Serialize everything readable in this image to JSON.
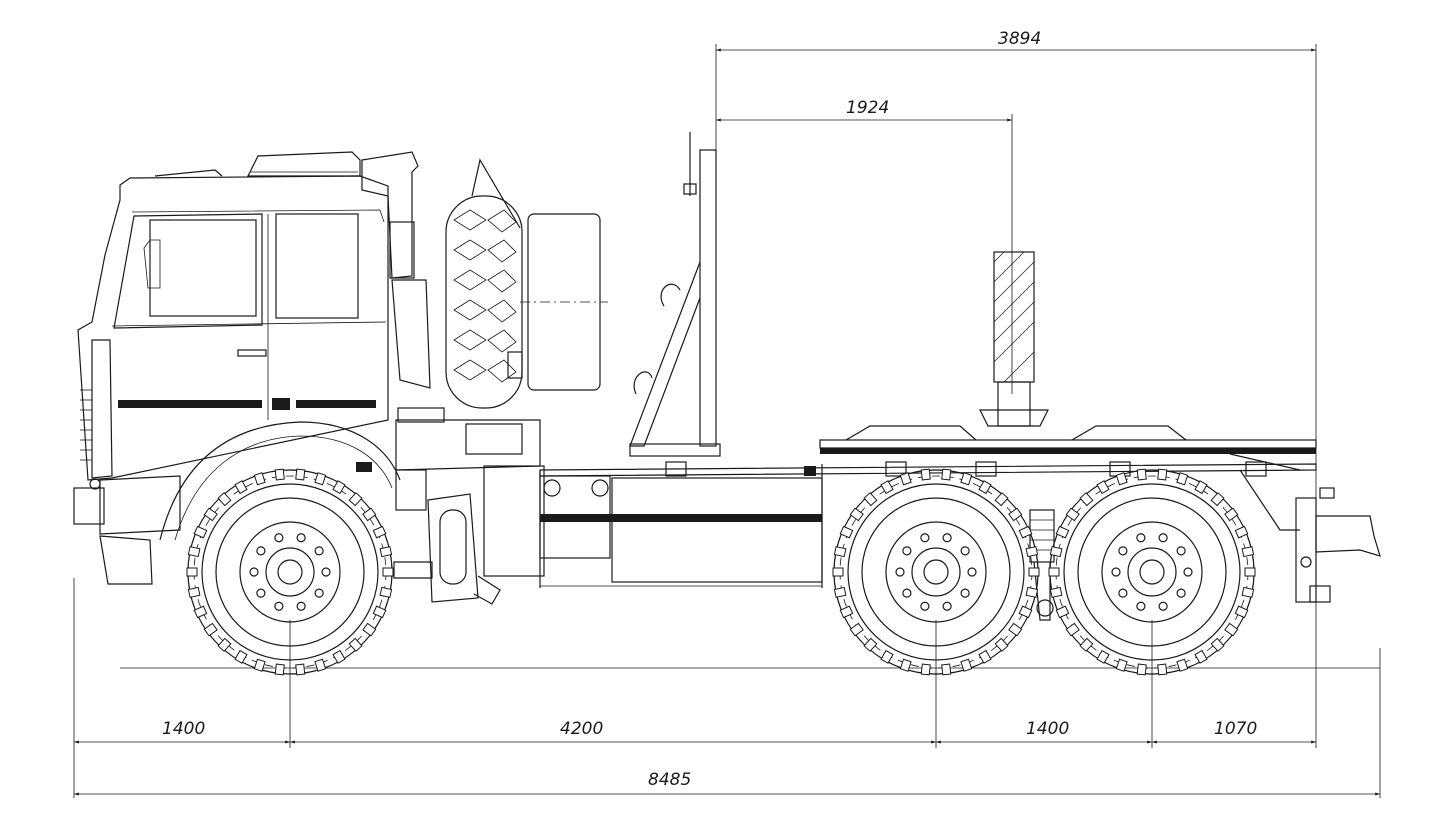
{
  "dimensions": {
    "top_overall": "3894",
    "top_inner": "1924",
    "front_overhang": "1400",
    "wheelbase_front": "4200",
    "wheelbase_rear": "1400",
    "rear_overhang": "1070",
    "overall_length": "8485"
  },
  "colors": {
    "line": "#1a1a1a",
    "background": "#ffffff"
  }
}
